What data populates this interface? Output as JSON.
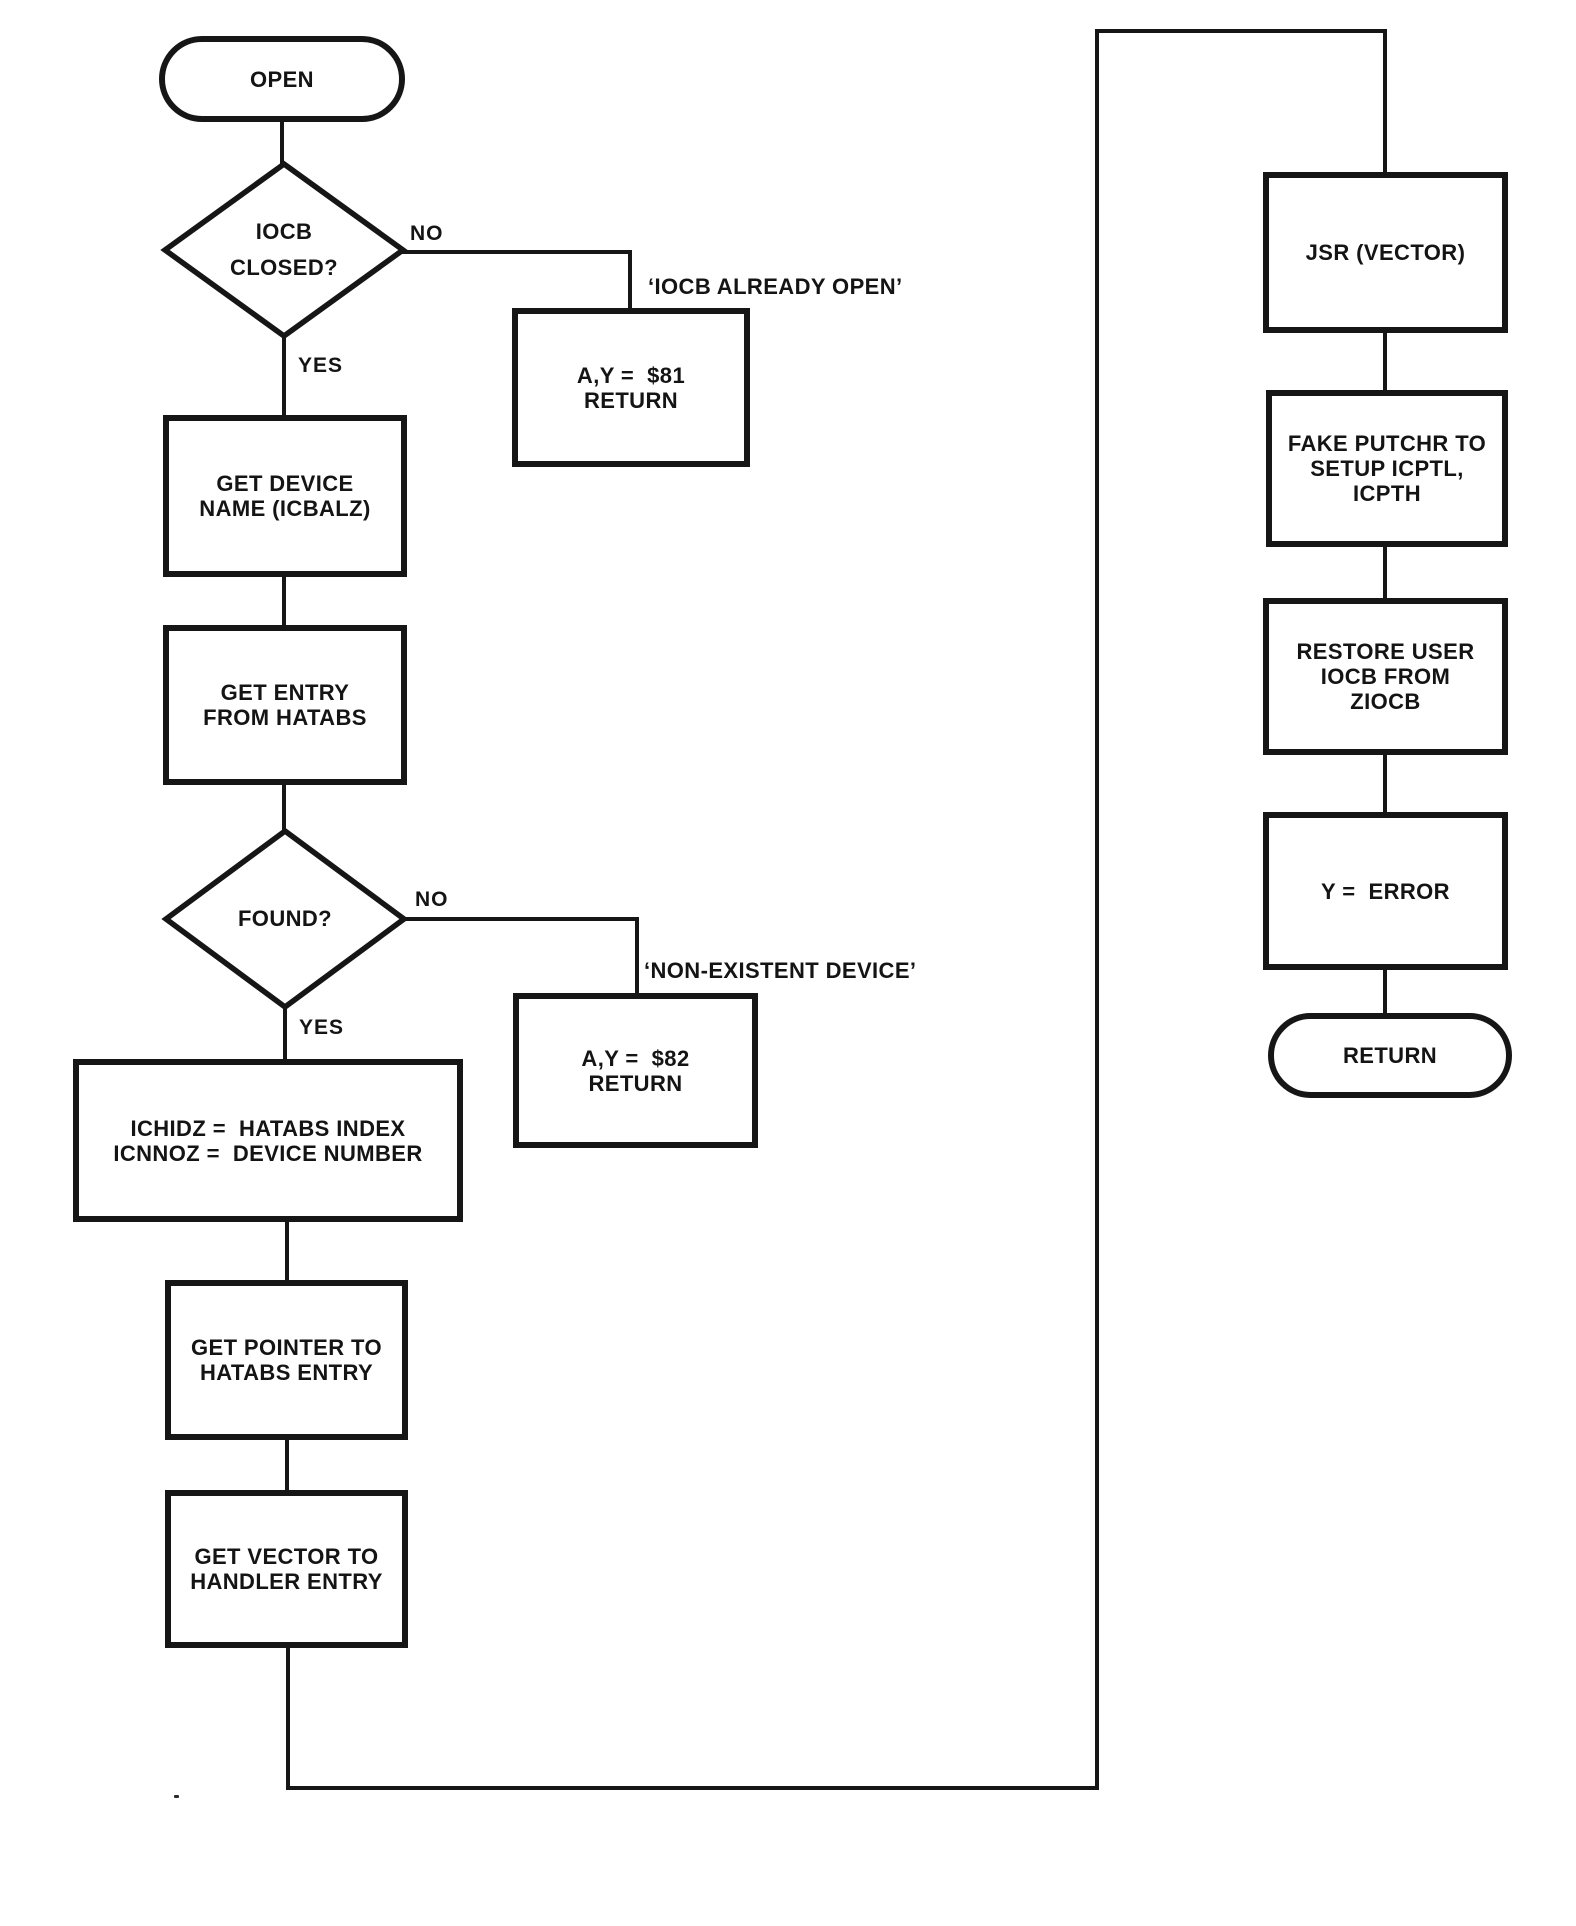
{
  "nodes": {
    "open": "OPEN",
    "iocb_closed": "IOCB\nCLOSED?",
    "already_open_result": "A,Y =  $81\nRETURN",
    "get_device_name": "GET DEVICE\nNAME (ICBALZ)",
    "get_entry": "GET ENTRY\nFROM HATABS",
    "found": "FOUND?",
    "nonexistent_result": "A,Y =  $82\nRETURN",
    "set_ids": "ICHIDZ =  HATABS INDEX\nICNNOZ =  DEVICE NUMBER",
    "get_pointer": "GET POINTER TO\nHATABS ENTRY",
    "get_vector": "GET VECTOR TO\nHANDLER ENTRY",
    "jsr_vector": "JSR (VECTOR)",
    "fake_putchr": "FAKE PUTCHR TO\nSETUP ICPTL,\nICPTH",
    "restore_iocb": "RESTORE USER\nIOCB FROM\nZIOCB",
    "y_error": "Y =  ERROR",
    "return_end": "RETURN"
  },
  "edge_labels": {
    "iocb_closed_no": "NO",
    "iocb_closed_yes": "YES",
    "found_no": "NO",
    "found_yes": "YES"
  },
  "annotations": {
    "already_open": "‘IOCB ALREADY OPEN’",
    "nonexistent_device": "‘NON-EXISTENT DEVICE’"
  },
  "colors": {
    "ink": "#161616",
    "paper": "#ffffff"
  }
}
